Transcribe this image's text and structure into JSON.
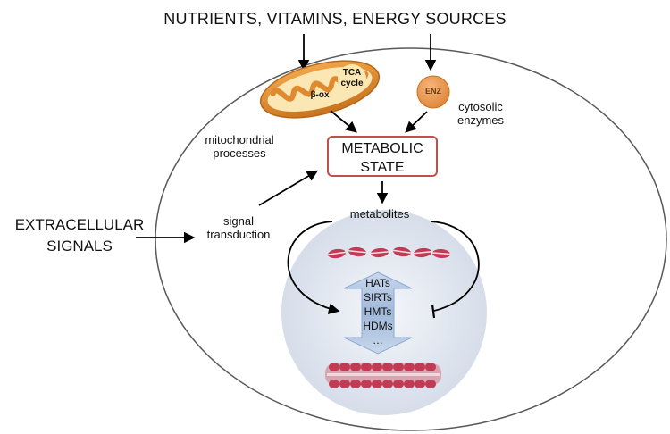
{
  "title": "NUTRIENTS, VITAMINS, ENERGY SOURCES",
  "extracellular": [
    "EXTRACELLULAR",
    "SIGNALS"
  ],
  "mitochondrion": {
    "label": [
      "mitochondrial",
      "processes"
    ],
    "tca": [
      "TCA",
      "cycle"
    ],
    "beta_ox": "β-ox"
  },
  "enzyme": {
    "badge": "ENZ",
    "label": [
      "cytosolic",
      "enzymes"
    ]
  },
  "metabolic_state": [
    "METABOLIC",
    "STATE"
  ],
  "signal": [
    "signal",
    "transduction"
  ],
  "metabolites": "metabolites",
  "modifiers": [
    "HATs",
    "SIRTs",
    "HMTs",
    "HDMs",
    "…"
  ],
  "colors": {
    "cell_outline": "#595959",
    "state_border": "#c0504d",
    "mito_outer": "#d98a2a",
    "enz_fill": "#e8944a",
    "nucleus": "#dde4ee",
    "arrow_fill": "#a8bfdc",
    "chromatin": "#c23b55"
  }
}
